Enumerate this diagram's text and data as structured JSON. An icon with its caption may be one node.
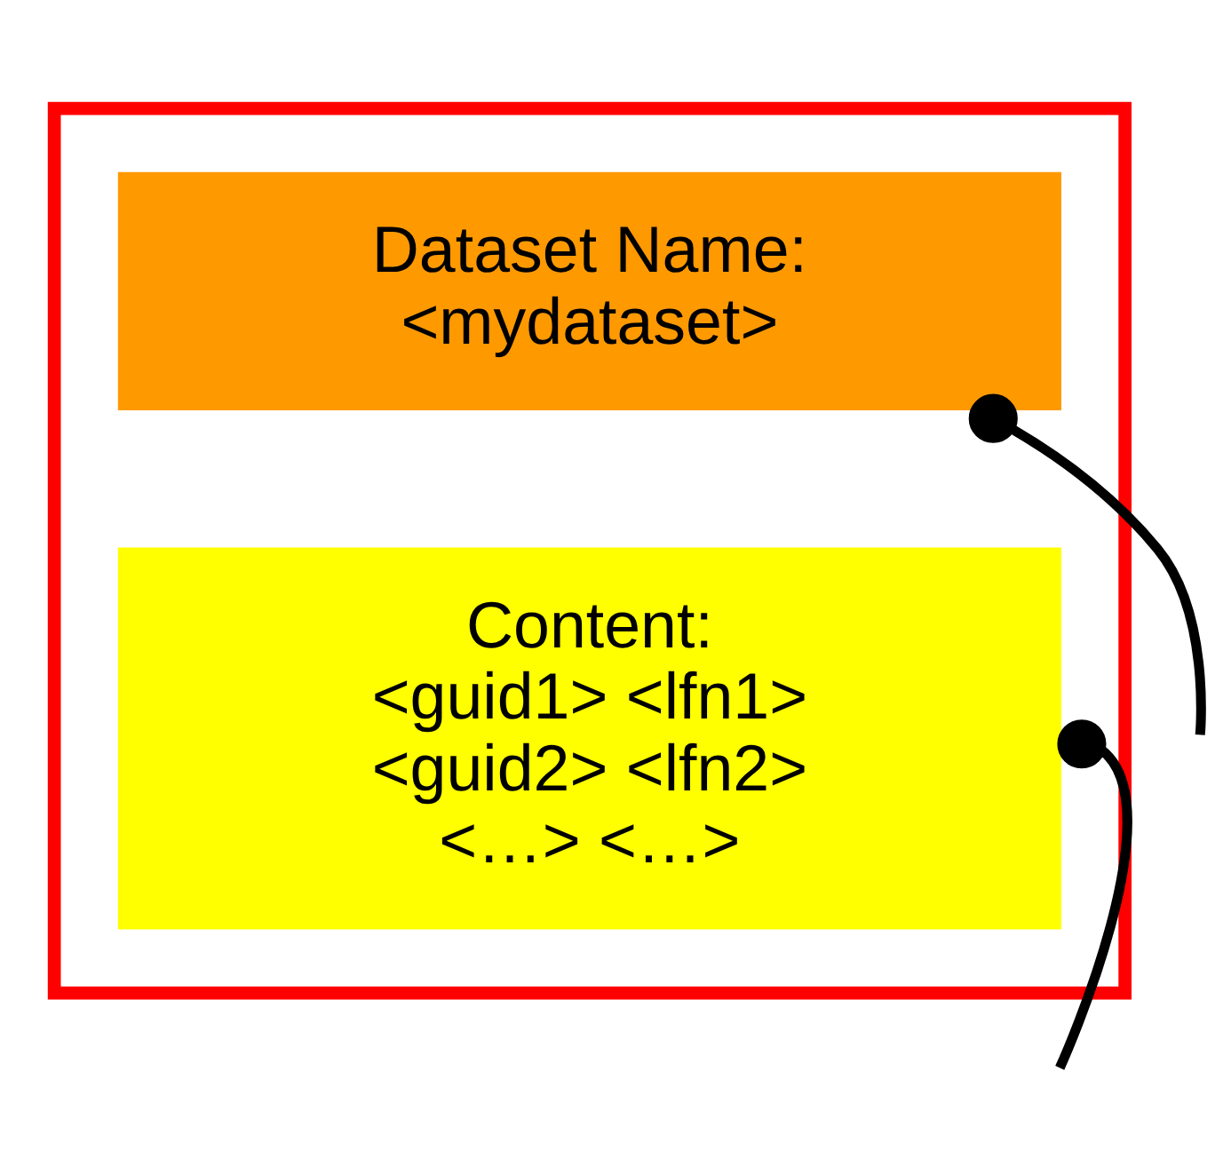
{
  "diagram": {
    "nodes": [
      {
        "text": [],
        "shape": "box"
      },
      {
        "text": [
          "Dataset Name:",
          "<mydataset>"
        ],
        "in": 0
      },
      {
        "text": [
          "Content:",
          "<guid1> <lfn1>",
          "<guid2> <lfn2>",
          "<…> <…>"
        ],
        "in": 0
      }
    ],
    "edges": [
      {
        "from": 1,
        "to": null,
        "arrow": "other"
      },
      {
        "from": 2,
        "to": null,
        "arrow": "other"
      }
    ]
  }
}
